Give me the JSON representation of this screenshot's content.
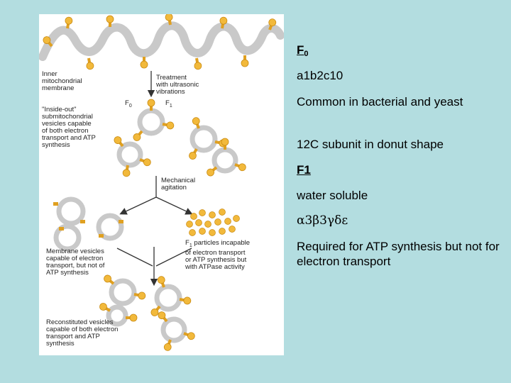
{
  "figure": {
    "labels": {
      "inner_membrane": "Inner\nmitochondrial\nmembrane",
      "treatment": "Treatment\nwith ultrasonic\nvibrations",
      "f0": "F",
      "f0_sub": "0",
      "f1": "F",
      "f1_sub": "1",
      "inside_out": "\"Inside-out\"\nsubmitochondrial\nvesicles capable\nof both electron\ntransport and ATP\nsynthesis",
      "mechanical": "Mechanical\nagitation",
      "membrane_vesicles": "Membrane vesicles\ncapable of electron\ntransport, but not of\nATP synthesis",
      "f1_particles": "particles incapable\nof electron transport\nor ATP synthesis but\nwith ATPase activity",
      "f1_particles_prefix": "F",
      "f1_particles_sub": "1",
      "reconstituted": "Reconstituted vesicles\ncapable of both electron\ntransport and ATP\nsynthesis"
    },
    "colors": {
      "membrane": "#c9c9c9",
      "knob": "#f2b93b",
      "stalk": "#e0a020"
    }
  },
  "text_panel": {
    "f0_heading": "F",
    "f0_heading_sub": "0",
    "f0_formula": "a1b2c10",
    "f0_common": "Common in bacterial and yeast",
    "f0_subunit": "12C subunit in donut shape",
    "f1_heading": "F1",
    "f1_soluble": "water soluble",
    "f1_formula": "α3β3γδε",
    "f1_required": "Required for  ATP synthesis but not for electron transport"
  }
}
